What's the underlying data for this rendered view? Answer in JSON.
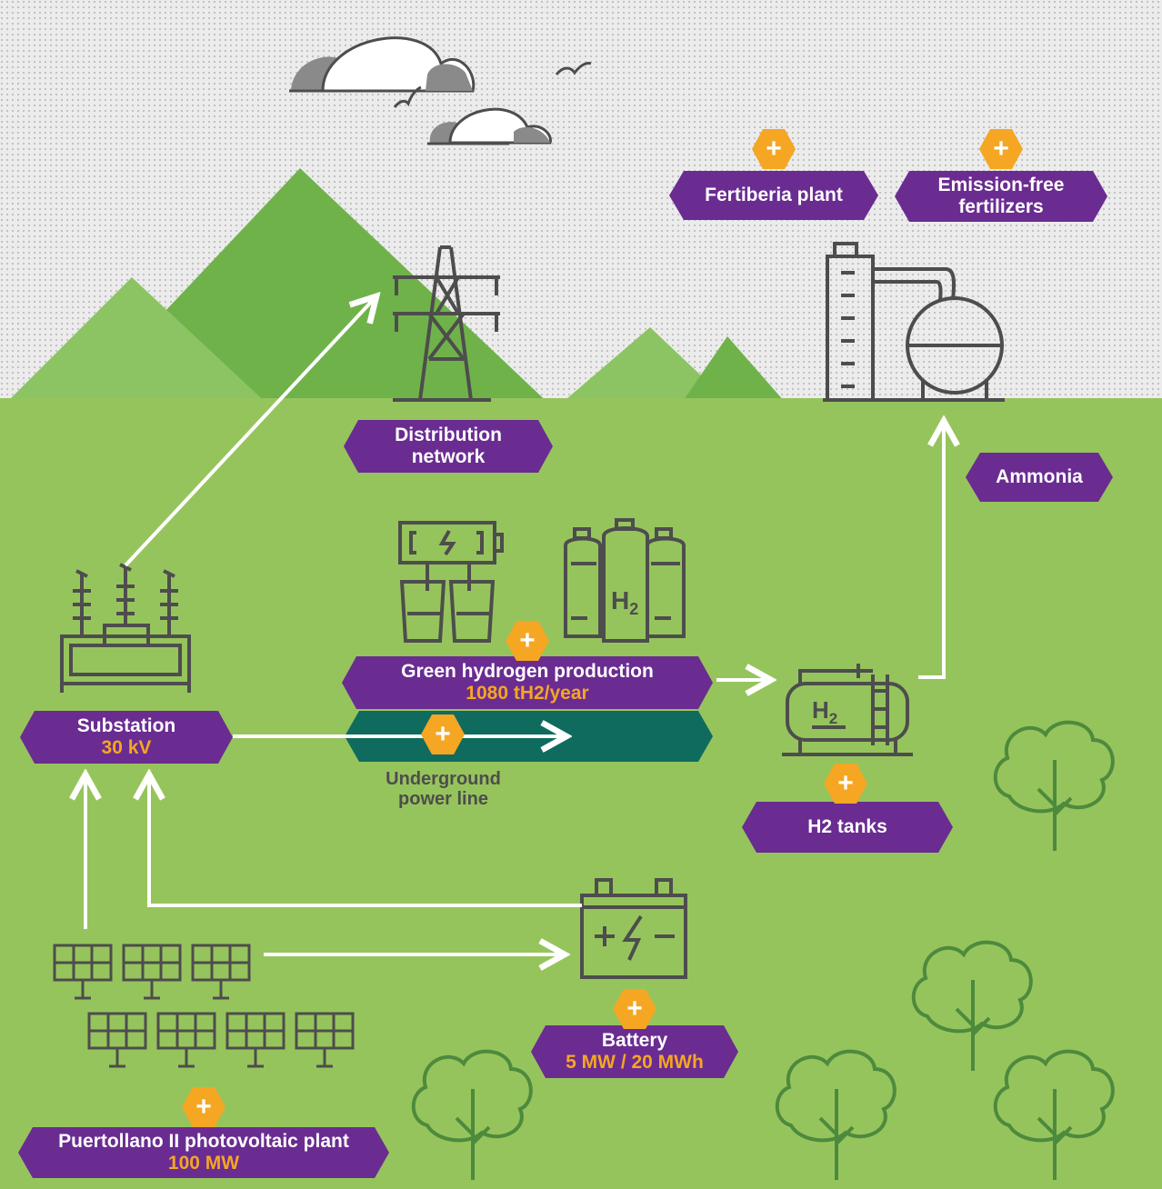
{
  "labels": {
    "fertiberia": "Fertiberia plant",
    "emission_free_1": "Emission-free",
    "emission_free_2": "fertilizers",
    "distribution_1": "Distribution",
    "distribution_2": "network",
    "ammonia": "Ammonia",
    "green_h2": "Green hydrogen production",
    "green_h2_value": "1080 tH2/year",
    "substation": "Substation",
    "substation_value": "30 kV",
    "underground_1": "Underground",
    "underground_2": "power line",
    "h2_tanks": "H2 tanks",
    "battery": "Battery",
    "battery_value": "5 MW / 20 MWh",
    "pv_plant": "Puertollano II photovoltaic plant",
    "pv_value": "100 MW"
  },
  "icon_text": {
    "h2_cylinder": "H",
    "h2_cylinder_sub": "2",
    "h2_tank": "H",
    "h2_tank_sub": "2"
  },
  "plus_symbol": "+",
  "colors": {
    "label_purple": "#6a2c91",
    "label_dark_green": "#0f6b5e",
    "accent_orange": "#f5a623",
    "field_green": "#96c45c",
    "mountain_dark": "#6fb24a",
    "mountain_light": "#8cc463",
    "line_gray": "#4d4d4d",
    "sky_gray": "#e3e3e3"
  },
  "icons": [
    "cloud-icon",
    "bird-icon",
    "power-tower-icon",
    "chemical-plant-icon",
    "substation-icon",
    "electrolyzer-icon",
    "hydrogen-cylinders-icon",
    "hydrogen-tank-icon",
    "battery-icon",
    "solar-panel-icon",
    "tree-icon",
    "plus-icon",
    "arrow-icon"
  ]
}
